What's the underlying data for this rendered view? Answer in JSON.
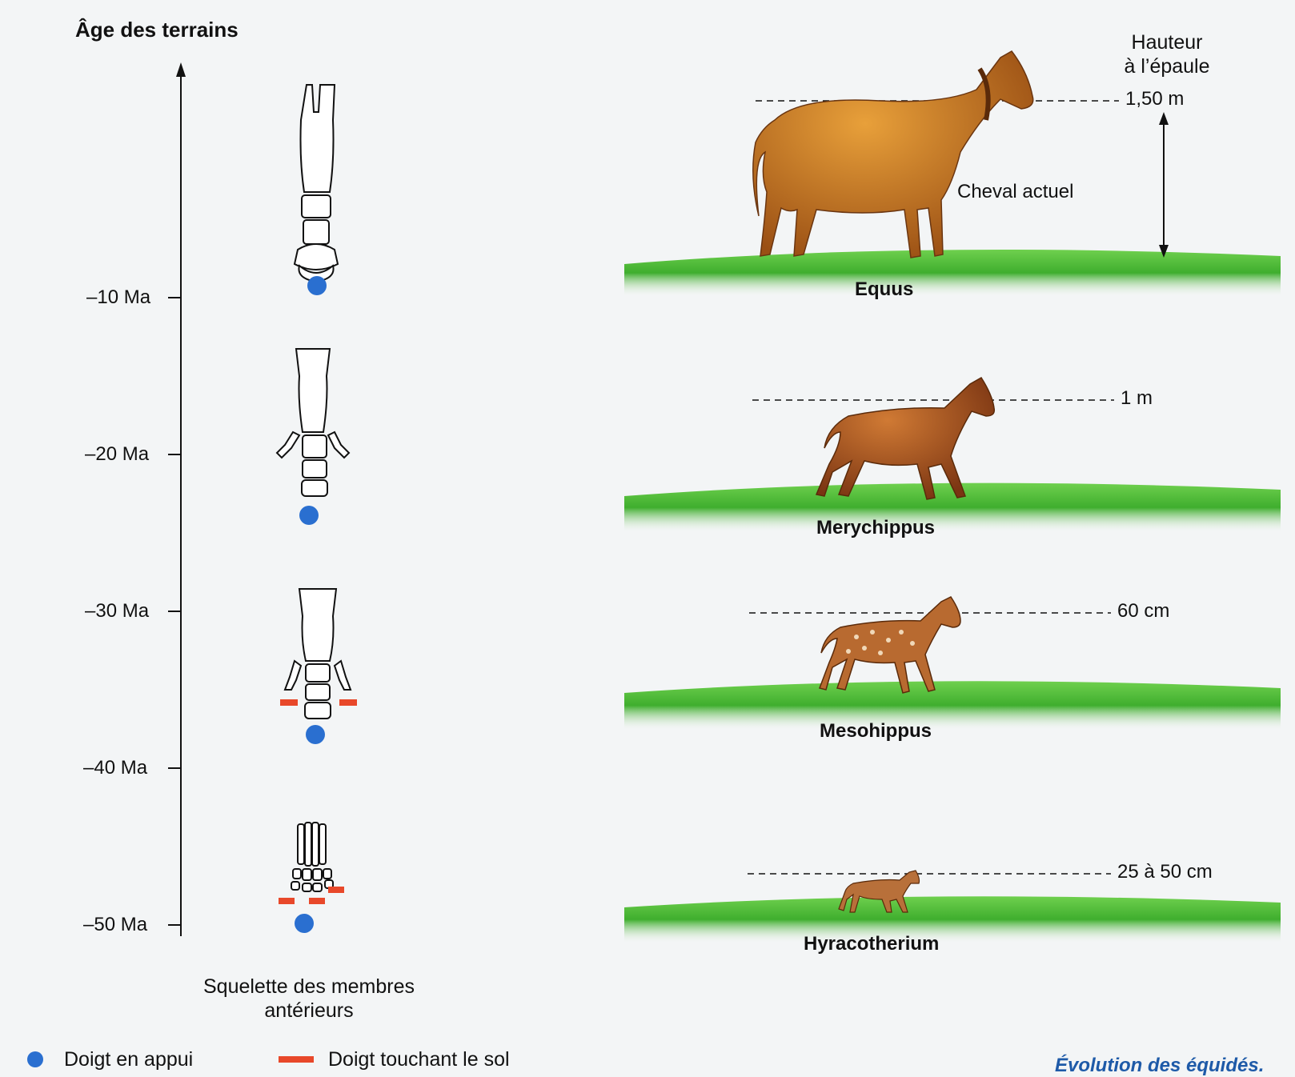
{
  "axis": {
    "title": "Âge des terrains",
    "ticks": [
      "–10 Ma",
      "–20 Ma",
      "–30 Ma",
      "–40 Ma",
      "–50 Ma"
    ]
  },
  "height_header": [
    "Hauteur",
    "à l’épaule"
  ],
  "species": [
    {
      "name": "Equus",
      "common": "Cheval actuel",
      "height": "1,50 m",
      "skeleton": "one functional digit",
      "ground_marks": 0
    },
    {
      "name": "Merychippus",
      "height": "1 m",
      "skeleton": "three digits, side digits raised",
      "ground_marks": 0
    },
    {
      "name": "Mesohippus",
      "height": "60 cm",
      "skeleton": "three digits touching ground",
      "ground_marks": 2
    },
    {
      "name": "Hyracotherium",
      "height": "25 à 50 cm",
      "skeleton": "four digits touching ground",
      "ground_marks": 3
    }
  ],
  "skeleton_caption": [
    "Squelette des membres",
    "antérieurs"
  ],
  "legend": [
    {
      "label": "Doigt en appui",
      "color": "#2a6fd0"
    },
    {
      "label": "Doigt touchant le sol",
      "color": "#e8482a"
    }
  ],
  "figure_title": "Évolution des équidés.",
  "colors": {
    "support_digit": "#2a6fd0",
    "ground_digit": "#e8482a",
    "grass": "#4fbf3a",
    "title_blue": "#1e5aa8"
  }
}
